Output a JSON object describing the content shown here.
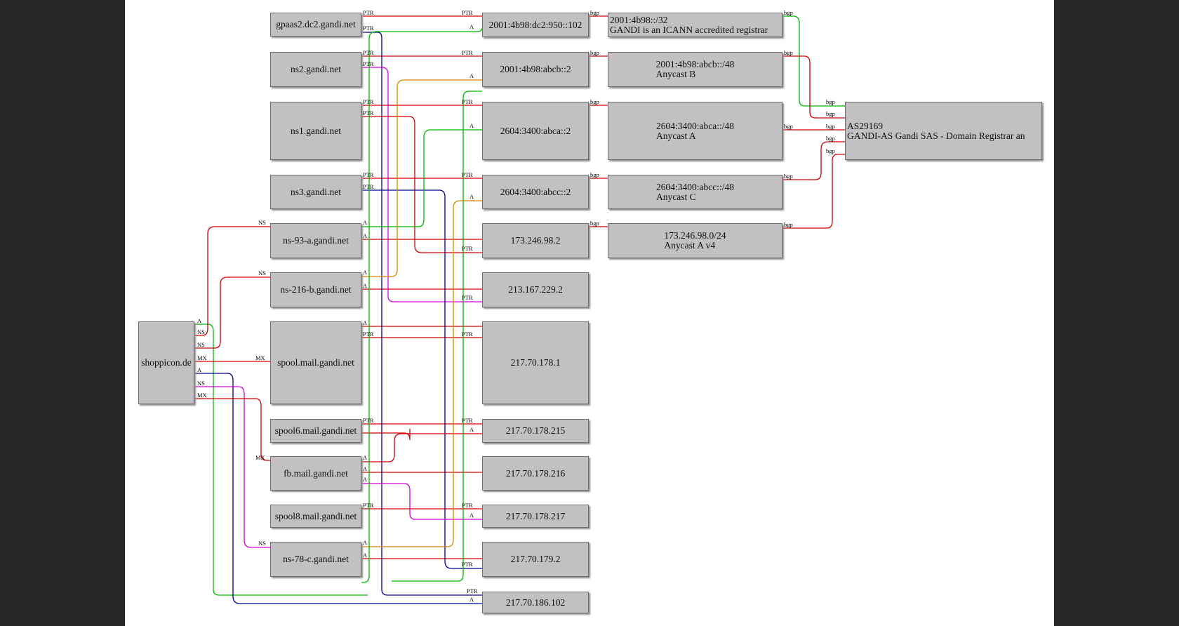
{
  "nodes": {
    "shoppicon": "shoppicon.de",
    "gpaas2": "gpaas2.dc2.gandi.net",
    "ns2": "ns2.gandi.net",
    "ns1": "ns1.gandi.net",
    "ns3": "ns3.gandi.net",
    "ns93a": "ns-93-a.gandi.net",
    "ns216b": "ns-216-b.gandi.net",
    "spool": "spool.mail.gandi.net",
    "spool6": "spool6.mail.gandi.net",
    "fb": "fb.mail.gandi.net",
    "spool8": "spool8.mail.gandi.net",
    "ns78c": "ns-78-c.gandi.net",
    "ip_gpaas2": "2001:4b98:dc2:950::102",
    "ip_ns2": "2001:4b98:abcb::2",
    "ip_ns1": "2604:3400:abca::2",
    "ip_ns3": "2604:3400:abcc::2",
    "ip_173": "173.246.98.2",
    "ip_213": "213.167.229.2",
    "ip_217_1": "217.70.178.1",
    "ip_217_215": "217.70.178.215",
    "ip_217_216": "217.70.178.216",
    "ip_217_217": "217.70.178.217",
    "ip_217_179": "217.70.179.2",
    "ip_217_186": "217.70.186.102",
    "pfx_4b98_l1": "2001:4b98::/32",
    "pfx_4b98_l2": "GANDI is an ICANN accredited registrar",
    "pfx_abcb_l1": "2001:4b98:abcb::/48",
    "pfx_abcb_l2": "Anycast B",
    "pfx_abca_l1": "2604:3400:abca::/48",
    "pfx_abca_l2": "Anycast A",
    "pfx_abcc_l1": "2604:3400:abcc::/48",
    "pfx_abcc_l2": "Anycast C",
    "pfx_173_l1": "173.246.98.0/24",
    "pfx_173_l2": "Anycast A v4",
    "as_l1": "AS29169",
    "as_l2": "GANDI-AS Gandi SAS - Domain Registrar an"
  },
  "edge_labels": {
    "ptr": "PTR",
    "a": "A",
    "ns": "NS",
    "mx": "MX",
    "bgp": "bgp"
  },
  "colors": {
    "red": "#d10000",
    "green": "#00b800",
    "blue": "#00008b",
    "magenta": "#d200d2",
    "orange": "#d88800",
    "node_fill": "#c2c0c2"
  }
}
